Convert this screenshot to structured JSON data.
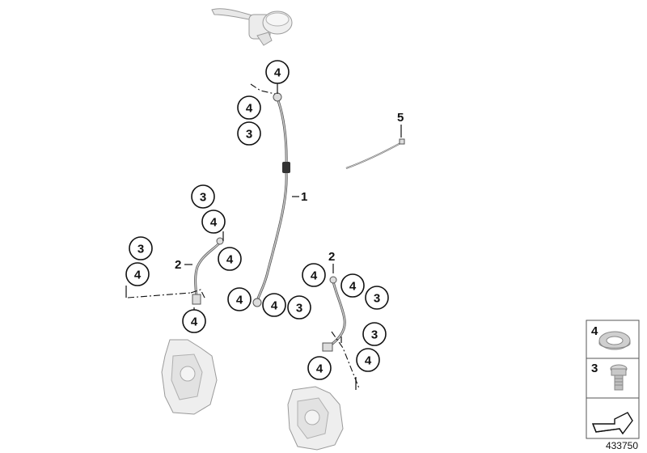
{
  "callouts": {
    "c_top": "4",
    "c_upper_a": "4",
    "c_upper_b": "3",
    "c_left_upper_3": "3",
    "c_left_upper_4": "4",
    "c_left_side_4": "4",
    "c_far_left_3": "3",
    "c_far_left_4": "4",
    "c_left_bottom_4": "4",
    "c_mid_bottom_4a": "4",
    "c_mid_bottom_4b": "4",
    "c_mid_bottom_3": "3",
    "c_right_4a": "4",
    "c_right_4b": "4",
    "c_right_3a": "3",
    "c_right_3b": "3",
    "c_right_4c": "4",
    "c_right_bottom_4": "4"
  },
  "part_labels": {
    "line_1": "1",
    "line_2_left": "2",
    "line_2_right": "2",
    "cable_tie_5": "5"
  },
  "legend": {
    "item_washer_num": "4",
    "item_bolt_num": "3"
  },
  "reference_number": "433750",
  "colors": {
    "stroke": "#111111",
    "part_gray": "#bdbdbd",
    "part_light": "#e6e6e6"
  }
}
